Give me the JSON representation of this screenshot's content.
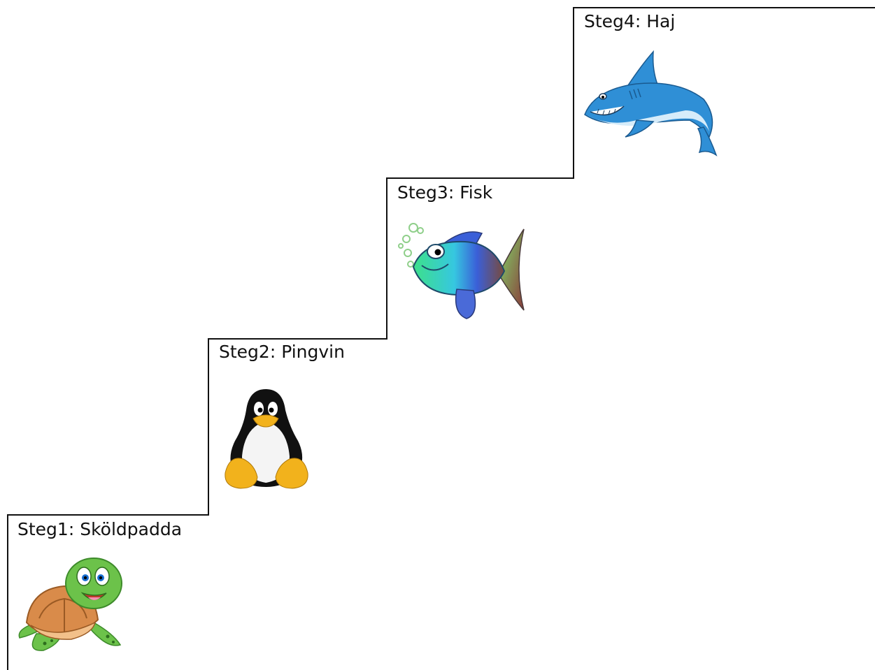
{
  "steps": [
    {
      "label": "Steg1: Sköldpadda",
      "animal": "turtle"
    },
    {
      "label": "Steg2: Pingvin",
      "animal": "penguin"
    },
    {
      "label": "Steg3: Fisk",
      "animal": "fish"
    },
    {
      "label": "Steg4: Haj",
      "animal": "shark"
    }
  ],
  "colors": {
    "line": "#111111",
    "turtle_skin": "#6cc24a",
    "turtle_shell": "#d98b4a",
    "penguin_body": "#111111",
    "penguin_feet": "#f2b21c",
    "fish_body": "#3fd3a4",
    "shark_body": "#2f8fd6"
  }
}
